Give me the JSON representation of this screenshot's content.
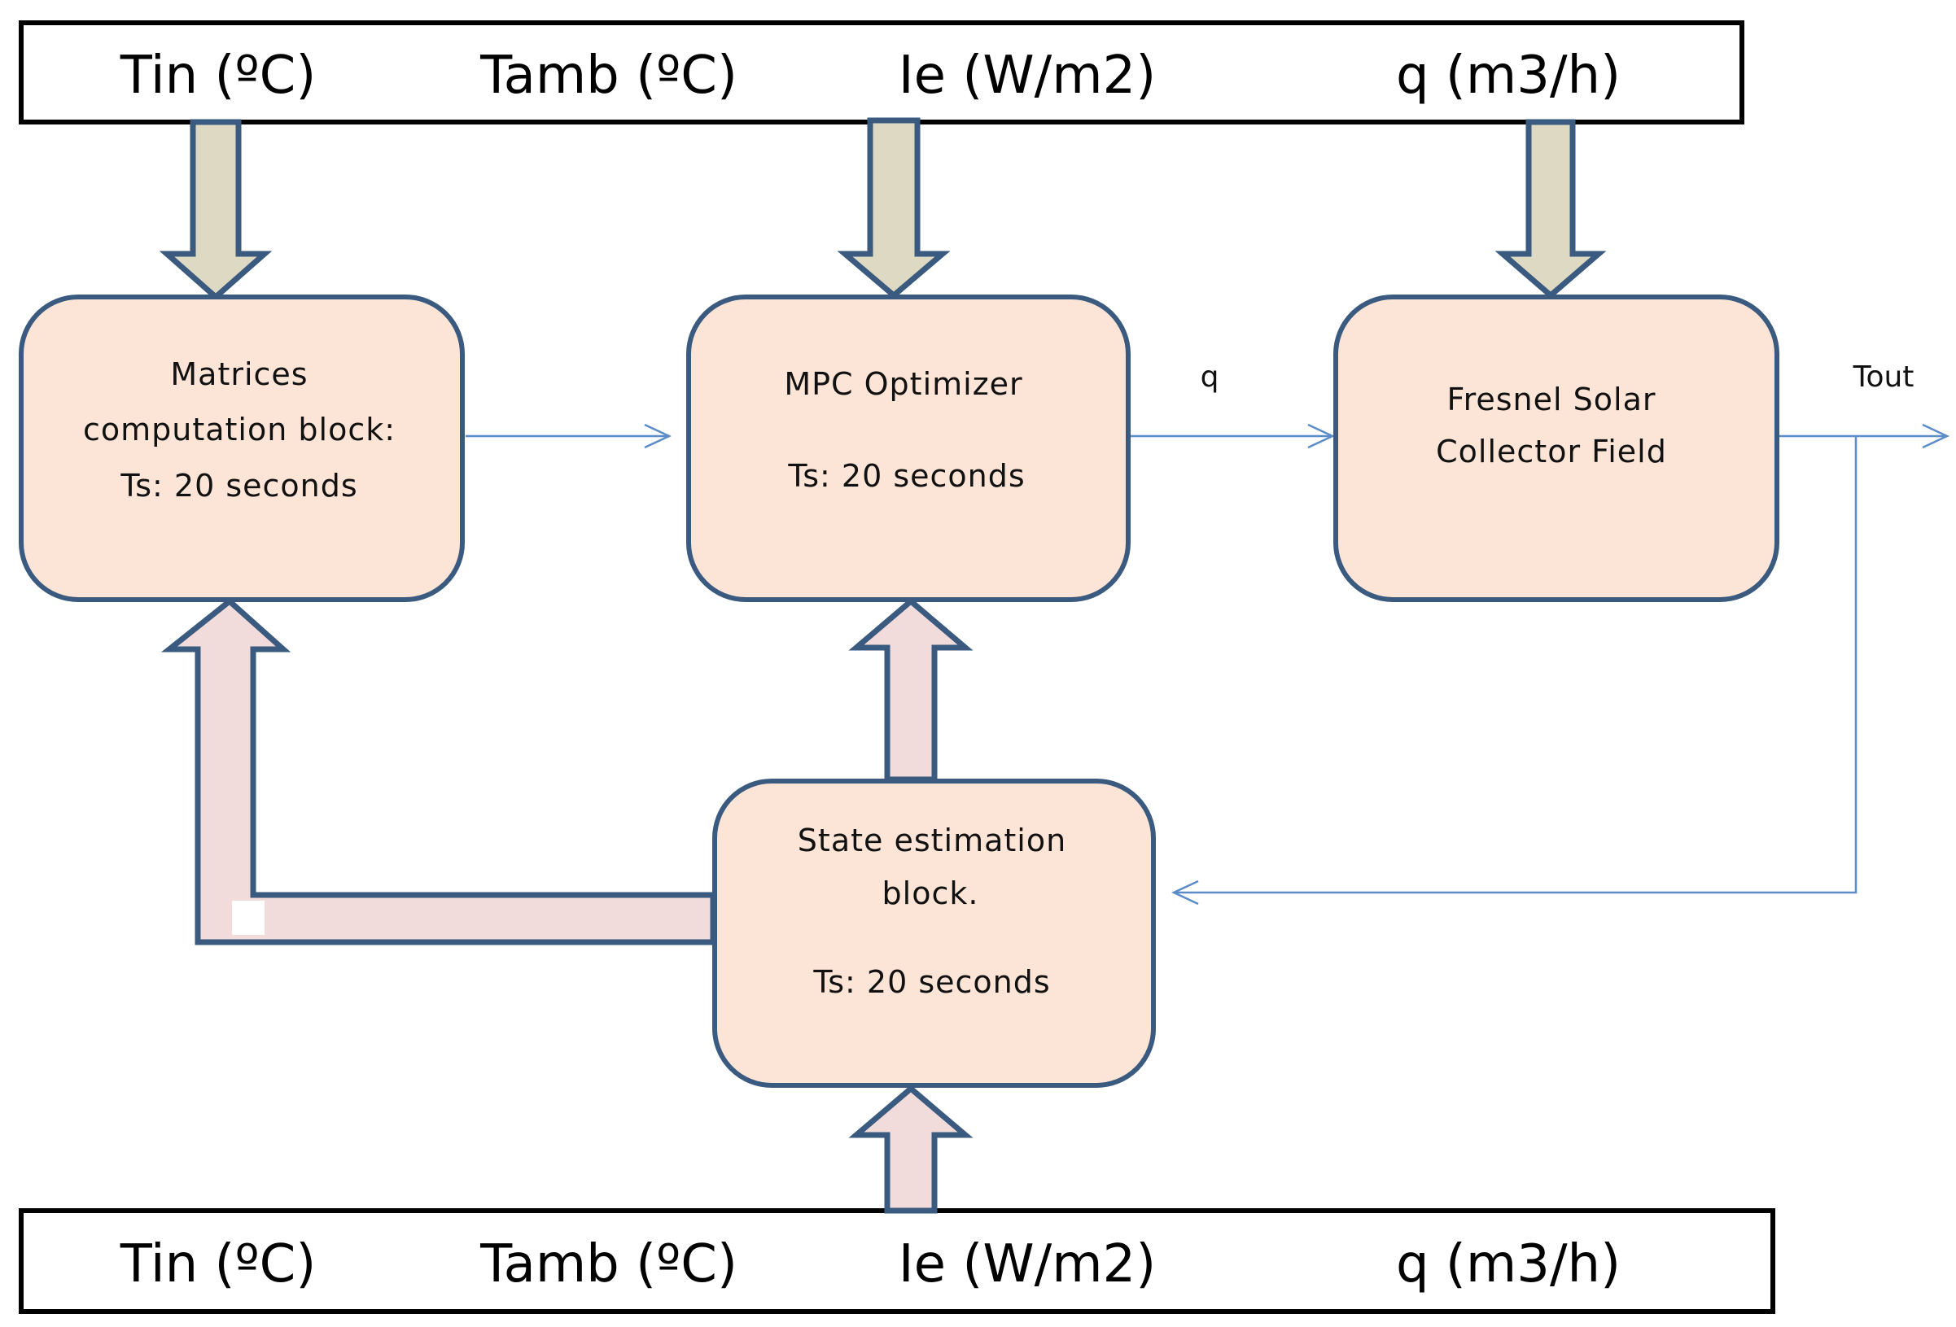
{
  "top_bar": {
    "labels": [
      "Tin (ºC)",
      "Tamb (ºC)",
      "Ie (W/m2)",
      "q (m3/h)"
    ]
  },
  "bottom_bar": {
    "labels": [
      "Tin (ºC)",
      "Tamb (ºC)",
      "Ie (W/m2)",
      "q (m3/h)"
    ]
  },
  "blocks": {
    "matrices": {
      "lines": [
        "Matrices",
        "computation block:",
        "Ts: 20 seconds"
      ]
    },
    "mpc": {
      "lines": [
        "MPC Optimizer",
        "Ts: 20 seconds"
      ]
    },
    "fresnel": {
      "lines": [
        "Fresnel Solar",
        "Collector Field"
      ]
    },
    "state": {
      "lines": [
        "State estimation",
        "block.",
        "Ts: 20 seconds"
      ]
    }
  },
  "signals": {
    "q": "q",
    "tout": "Tout"
  },
  "colors": {
    "block_fill": "#FCE4D6",
    "block_stroke": "#3A5A80",
    "down_arrow_fill": "#DDD9C3",
    "up_arrow_fill": "#F2DCDB",
    "signal_line": "#5B8CC8",
    "bar_stroke": "#000000"
  }
}
